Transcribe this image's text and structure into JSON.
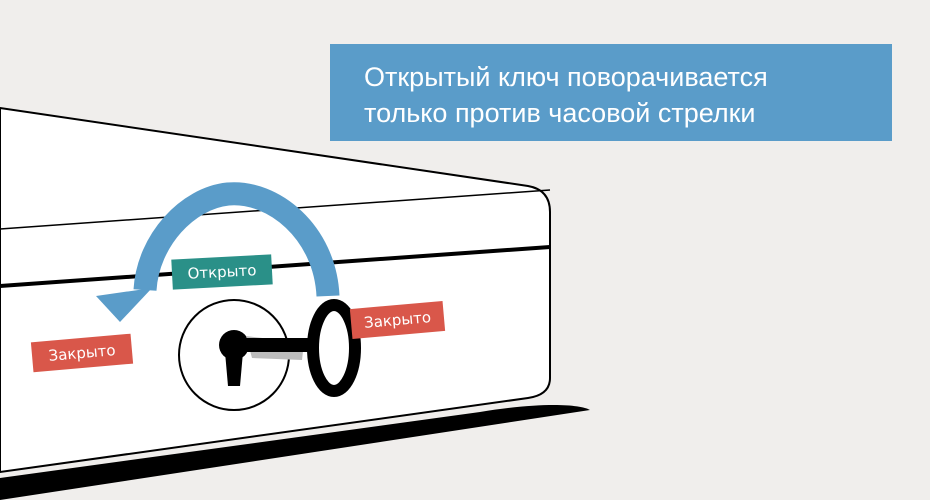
{
  "callout": {
    "line1": "Открытый ключ поворачивается",
    "line2": "только против часовой стрелки"
  },
  "labels": {
    "open": "Открыто",
    "closed_left": "Закрыто",
    "closed_right": "Закрыто"
  },
  "colors": {
    "background": "#f0eeec",
    "callout": "#5a9cc9",
    "arrow": "#5a9cc9",
    "open_tag": "#2a9088",
    "closed_tag": "#d9574a",
    "ink": "#000000"
  },
  "icons": [
    "counterclockwise-arrow-icon",
    "keyhole-icon",
    "key-icon"
  ]
}
